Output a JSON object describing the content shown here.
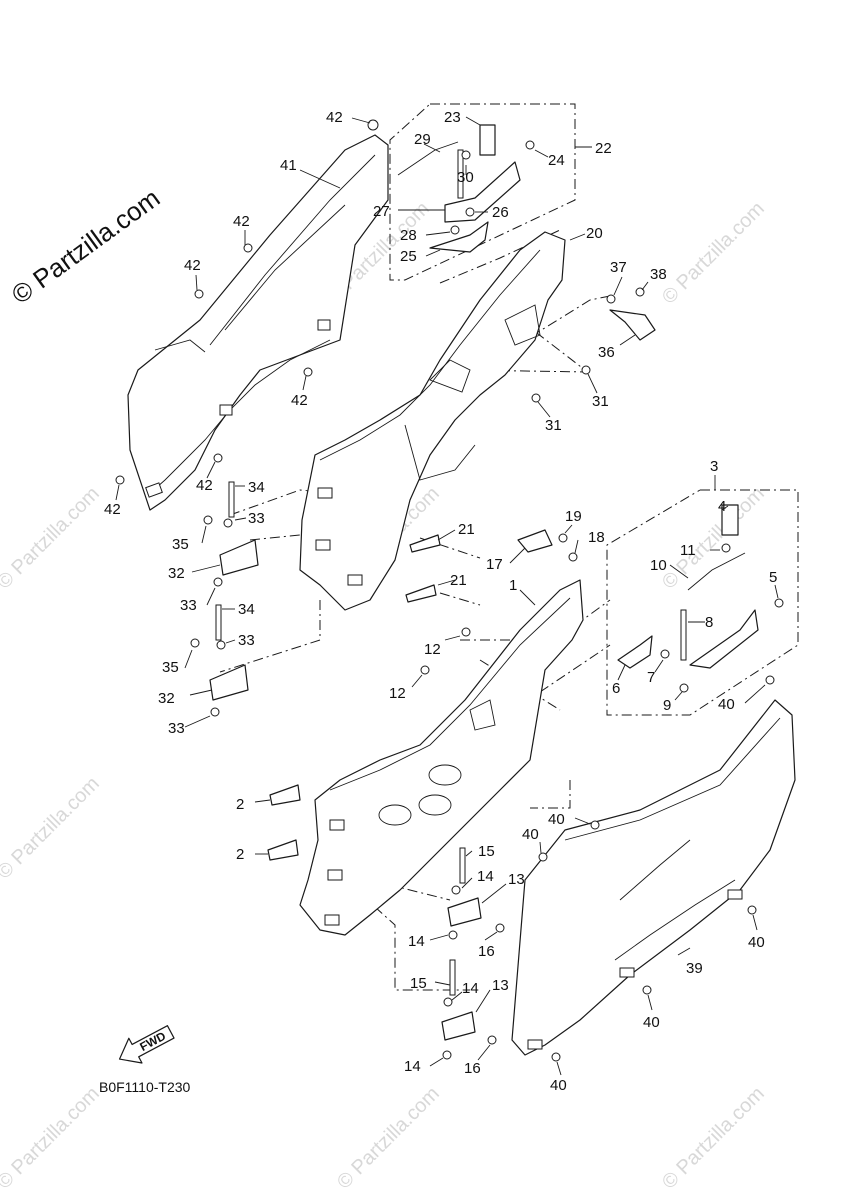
{
  "diagram": {
    "drawing_code": "B0F1110-T230",
    "fwd_label": "FWD",
    "watermark_main": "© Partzilla.com",
    "watermark_repeat": "© Partzilla.com",
    "callouts": [
      {
        "id": "c42a",
        "label": "42"
      },
      {
        "id": "c29",
        "label": "29"
      },
      {
        "id": "c23",
        "label": "23"
      },
      {
        "id": "c22",
        "label": "22"
      },
      {
        "id": "c24",
        "label": "24"
      },
      {
        "id": "c30",
        "label": "30"
      },
      {
        "id": "c41",
        "label": "41"
      },
      {
        "id": "c27",
        "label": "27"
      },
      {
        "id": "c26",
        "label": "26"
      },
      {
        "id": "c42b",
        "label": "42"
      },
      {
        "id": "c28",
        "label": "28"
      },
      {
        "id": "c25",
        "label": "25"
      },
      {
        "id": "c20",
        "label": "20"
      },
      {
        "id": "c42c",
        "label": "42"
      },
      {
        "id": "c37",
        "label": "37"
      },
      {
        "id": "c38",
        "label": "38"
      },
      {
        "id": "c36",
        "label": "36"
      },
      {
        "id": "c42d",
        "label": "42"
      },
      {
        "id": "c31a",
        "label": "31"
      },
      {
        "id": "c31b",
        "label": "31"
      },
      {
        "id": "c42e",
        "label": "42"
      },
      {
        "id": "c3",
        "label": "3"
      },
      {
        "id": "c34a",
        "label": "34"
      },
      {
        "id": "c42f",
        "label": "42"
      },
      {
        "id": "c33a",
        "label": "33"
      },
      {
        "id": "c4",
        "label": "4"
      },
      {
        "id": "c21a",
        "label": "21"
      },
      {
        "id": "c35a",
        "label": "35"
      },
      {
        "id": "c19",
        "label": "19"
      },
      {
        "id": "c18",
        "label": "18"
      },
      {
        "id": "c11",
        "label": "11"
      },
      {
        "id": "c17",
        "label": "17"
      },
      {
        "id": "c32a",
        "label": "32"
      },
      {
        "id": "c10",
        "label": "10"
      },
      {
        "id": "c21b",
        "label": "21"
      },
      {
        "id": "c5",
        "label": "5"
      },
      {
        "id": "c33b",
        "label": "33"
      },
      {
        "id": "c1",
        "label": "1"
      },
      {
        "id": "c34b",
        "label": "34"
      },
      {
        "id": "c8",
        "label": "8"
      },
      {
        "id": "c12a",
        "label": "12"
      },
      {
        "id": "c33c",
        "label": "33"
      },
      {
        "id": "c35b",
        "label": "35"
      },
      {
        "id": "c6",
        "label": "6"
      },
      {
        "id": "c7",
        "label": "7"
      },
      {
        "id": "c12b",
        "label": "12"
      },
      {
        "id": "c32b",
        "label": "32"
      },
      {
        "id": "c9",
        "label": "9"
      },
      {
        "id": "c40a",
        "label": "40"
      },
      {
        "id": "c33d",
        "label": "33"
      },
      {
        "id": "c2a",
        "label": "2"
      },
      {
        "id": "c40b",
        "label": "40"
      },
      {
        "id": "c40c",
        "label": "40"
      },
      {
        "id": "c2b",
        "label": "2"
      },
      {
        "id": "c15a",
        "label": "15"
      },
      {
        "id": "c14a",
        "label": "14"
      },
      {
        "id": "c13a",
        "label": "13"
      },
      {
        "id": "c14b",
        "label": "14"
      },
      {
        "id": "c16a",
        "label": "16"
      },
      {
        "id": "c40d",
        "label": "40"
      },
      {
        "id": "c39",
        "label": "39"
      },
      {
        "id": "c15b",
        "label": "15"
      },
      {
        "id": "c14c",
        "label": "14"
      },
      {
        "id": "c13b",
        "label": "13"
      },
      {
        "id": "c40e",
        "label": "40"
      },
      {
        "id": "c14d",
        "label": "14"
      },
      {
        "id": "c16b",
        "label": "16"
      },
      {
        "id": "c40f",
        "label": "40"
      }
    ]
  }
}
